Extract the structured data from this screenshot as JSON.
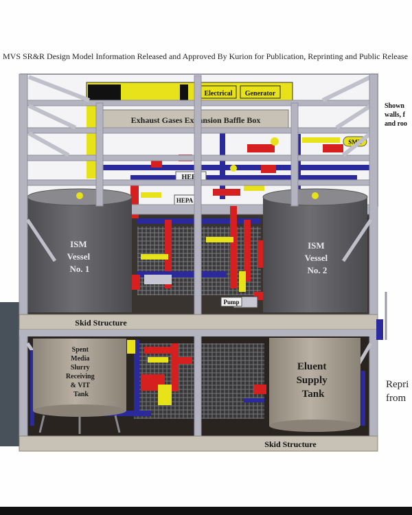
{
  "caption": "MVS SR&R Design Model Information Released and Approved By Kurion for Publication, Reprinting and Public Release",
  "side_note": [
    "Shown",
    "walls, f",
    "and roo"
  ],
  "reprint_note": [
    "Repri",
    "from"
  ],
  "labels": {
    "electrical": "Electrical",
    "generator": "Generator",
    "baffle_box": "Exhaust Gases Expansion Baffle Box",
    "hepa_upper": "HEPA",
    "hepa_lower": "HEPA",
    "sme": "SME",
    "pump": "Pump",
    "ism_vessel_1": [
      "ISM",
      "Vessel",
      "No. 1"
    ],
    "ism_vessel_2": [
      "ISM",
      "Vessel",
      "No. 2"
    ],
    "skid_upper": "Skid Structure",
    "skid_lower": "Skid Structure",
    "spent_media_tank": [
      "Spent",
      "Media",
      "Slurry",
      "Receiving",
      "& VIT",
      "Tank"
    ],
    "eluent_tank": [
      "Eluent",
      "Supply",
      "Tank"
    ]
  },
  "colors": {
    "frame": "#b4b4c0",
    "frame_dark": "#8f8f9c",
    "vessel": "#5f5f63",
    "vessel_top": "#8a8a8e",
    "tank": "#a89f92",
    "pipe_blue": "#2a2a9c",
    "pipe_red": "#d62020",
    "pipe_yellow": "#e8e21a",
    "floor": "#2a2420",
    "label_bg": "#c8c2b6"
  }
}
